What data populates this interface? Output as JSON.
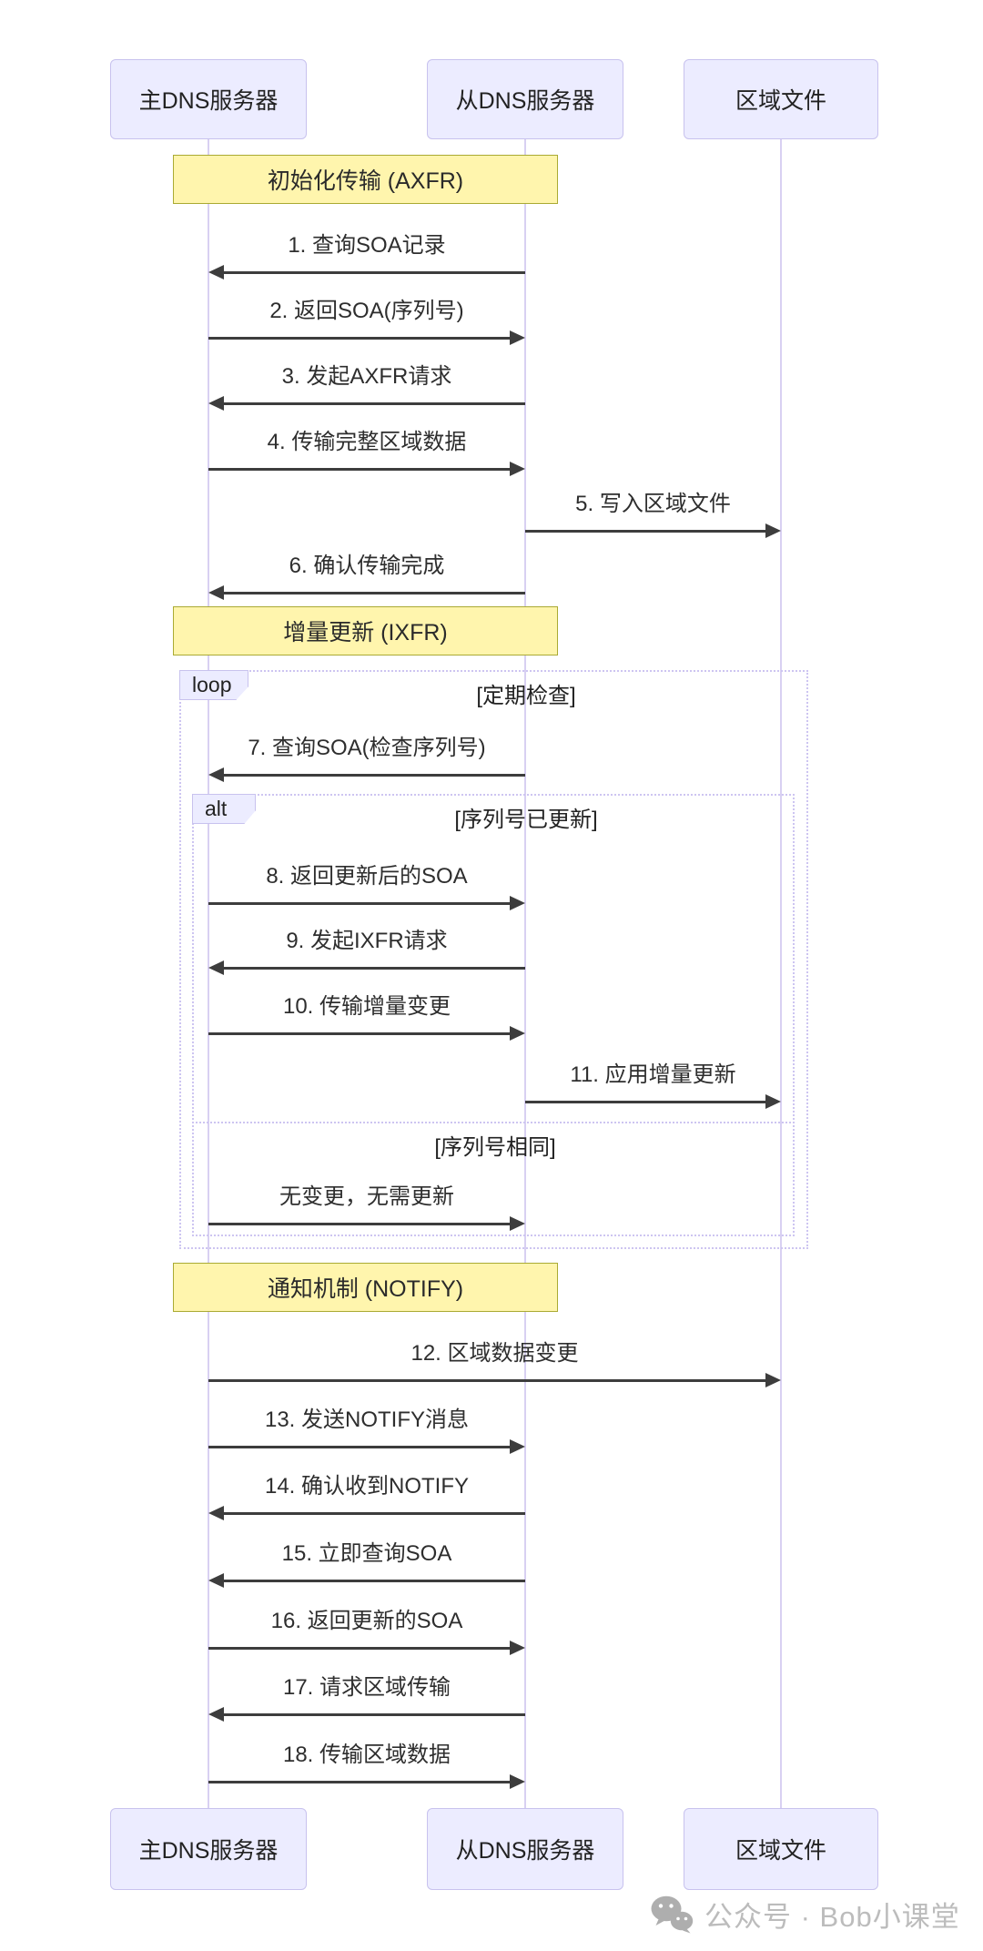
{
  "diagram": {
    "actors": [
      {
        "id": "primary-dns",
        "label": "主DNS服务器"
      },
      {
        "id": "secondary-dns",
        "label": "从DNS服务器"
      },
      {
        "id": "zone-file",
        "label": "区域文件"
      }
    ],
    "sections": [
      {
        "id": "axfr",
        "label": "初始化传输 (AXFR)"
      },
      {
        "id": "ixfr",
        "label": "增量更新 (IXFR)"
      },
      {
        "id": "notify",
        "label": "通知机制 (NOTIFY)"
      }
    ],
    "fragments": {
      "loop": {
        "type_label": "loop",
        "condition": "[定期检查]"
      },
      "alt": {
        "type_label": "alt",
        "condition": "[序列号已更新]",
        "else_condition": "[序列号相同]"
      }
    },
    "messages": [
      {
        "text": "1. 查询SOA记录",
        "from": "secondary-dns",
        "to": "primary-dns"
      },
      {
        "text": "2. 返回SOA(序列号)",
        "from": "primary-dns",
        "to": "secondary-dns"
      },
      {
        "text": "3. 发起AXFR请求",
        "from": "secondary-dns",
        "to": "primary-dns"
      },
      {
        "text": "4. 传输完整区域数据",
        "from": "primary-dns",
        "to": "secondary-dns"
      },
      {
        "text": "5. 写入区域文件",
        "from": "secondary-dns",
        "to": "zone-file"
      },
      {
        "text": "6. 确认传输完成",
        "from": "secondary-dns",
        "to": "primary-dns"
      },
      {
        "text": "7. 查询SOA(检查序列号)",
        "from": "secondary-dns",
        "to": "primary-dns"
      },
      {
        "text": "8. 返回更新后的SOA",
        "from": "primary-dns",
        "to": "secondary-dns"
      },
      {
        "text": "9. 发起IXFR请求",
        "from": "secondary-dns",
        "to": "primary-dns"
      },
      {
        "text": "10. 传输增量变更",
        "from": "primary-dns",
        "to": "secondary-dns"
      },
      {
        "text": "11. 应用增量更新",
        "from": "secondary-dns",
        "to": "zone-file"
      },
      {
        "text": "无变更，无需更新",
        "from": "primary-dns",
        "to": "secondary-dns"
      },
      {
        "text": "12. 区域数据变更",
        "from": "primary-dns",
        "to": "zone-file"
      },
      {
        "text": "13. 发送NOTIFY消息",
        "from": "primary-dns",
        "to": "secondary-dns"
      },
      {
        "text": "14. 确认收到NOTIFY",
        "from": "secondary-dns",
        "to": "primary-dns"
      },
      {
        "text": "15. 立即查询SOA",
        "from": "secondary-dns",
        "to": "primary-dns"
      },
      {
        "text": "16. 返回更新的SOA",
        "from": "primary-dns",
        "to": "secondary-dns"
      },
      {
        "text": "17. 请求区域传输",
        "from": "secondary-dns",
        "to": "primary-dns"
      },
      {
        "text": "18. 传输区域数据",
        "from": "primary-dns",
        "to": "secondary-dns"
      }
    ]
  },
  "watermark": {
    "icon": "wechat-icon",
    "text": "公众号 · Bob小课堂"
  },
  "colors": {
    "actor_fill": "#ECECFF",
    "actor_border": "#c8c2ee",
    "lifeline": "#d8d0f2",
    "section_fill": "#FFF5AD",
    "section_border": "#AAAA33",
    "fragment_border": "#cdc5f1",
    "arrow": "#3d3d3d",
    "text": "#2e2e2e",
    "watermark": "#bcbcbc"
  }
}
